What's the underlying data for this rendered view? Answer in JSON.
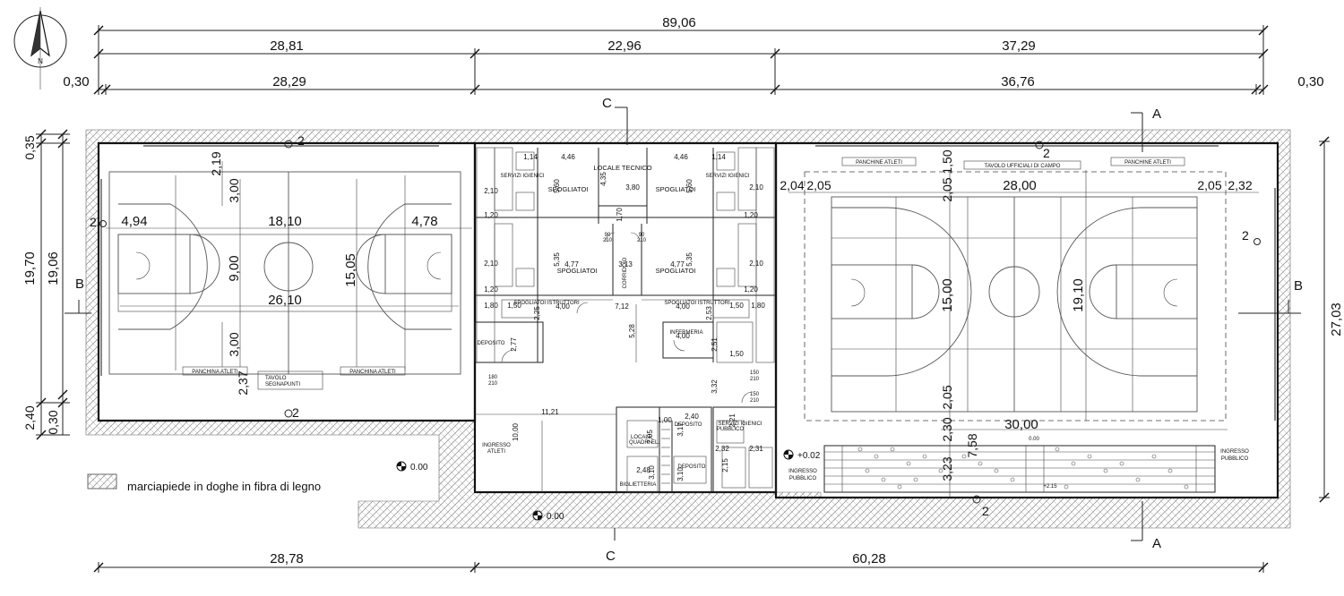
{
  "dimensions": {
    "top_total": "89,06",
    "top_row2": [
      "28,81",
      "22,96",
      "37,29"
    ],
    "top_row3": [
      "0,30",
      "28,29",
      "36,76",
      "0,30"
    ],
    "bottom": [
      "28,78",
      "60,28"
    ],
    "left": [
      "0,35",
      "19,70",
      "19,06",
      "2,40",
      "0,30"
    ],
    "right": "27,03"
  },
  "left_court": {
    "dims": {
      "d219": "2,19",
      "d300a": "3,00",
      "d494": "4,94",
      "d1810": "18,10",
      "d478": "4,78",
      "d900": "9,00",
      "d1505": "15,05",
      "d2610": "26,10",
      "d300b": "3,00",
      "d237": "2,37"
    },
    "bench": "PANCHINA ATLETI",
    "table": [
      "TAVOLO",
      "SEGNAPUNTI"
    ],
    "marker": "2"
  },
  "right_court": {
    "dims": {
      "d150": "1,50",
      "d204": "2,04",
      "d205a": "2,05",
      "d205b": "2,05",
      "d2800": "28,00",
      "d205c": "2,05",
      "d232": "2,32",
      "d1500": "15,00",
      "d1910": "19,10",
      "d205d": "2,05",
      "d3000": "30,00",
      "d230": "2,30",
      "d758": "7,58",
      "d323": "3,23"
    },
    "bench": "PANCHINE ATLETI",
    "table": "TAVOLO UFFICIALI DI CAMPO",
    "marker": "2",
    "entrance": [
      "INGRESSO",
      "PUBBLICO"
    ],
    "tribune_level": "0.00",
    "tribune_level2": "+2.15"
  },
  "center": {
    "rooms": {
      "locale_tecnico": "LOCALE TECNICO",
      "spogliatoi": "SPOGLIATOI",
      "corridoio": "CORRIDOIO",
      "deposito": "DEPOSITO",
      "spogl_istruttori": "SPOGLIATOI ISTRUTTORI",
      "infermeria": "INFERMERIA",
      "servizi_pubblico": [
        "SERVIZI IGIENICI",
        "PUBBLICO"
      ],
      "biglietteria": "BIGLIETTERIA",
      "locale_quadri": [
        "LOCALE",
        "QUADRI EL."
      ],
      "servizi_igienici": "SERVIZI IGIENICI"
    },
    "dims": {
      "d446a": "4,46",
      "d446b": "4,46",
      "d435": "4,35",
      "d380": "3,80",
      "d560a": "5,60",
      "d560b": "5,60",
      "d170": "1,70",
      "d477a": "4,77",
      "d477b": "4,77",
      "d313": "3,13",
      "d535a": "5,35",
      "d535b": "5,35",
      "d400a": "4,00",
      "d400b": "4,00",
      "d400c": "4,00",
      "d712": "7,12",
      "d528": "5,28",
      "d277": "2,77",
      "d225": "2,25",
      "d253": "2,53",
      "d251": "2,51",
      "d332": "3,32",
      "d1121": "11,21",
      "d1000": "10,00",
      "d240": "2,40",
      "d317": "3,17",
      "d221": "2,21",
      "d232": "2,32",
      "d231": "2,31",
      "d215": "2,15",
      "d248": "2,48",
      "d310a": "3,10",
      "d310b": "3,10",
      "d205": "2,05",
      "d100": "1,00",
      "d210": "2,10",
      "d120": "1,20",
      "d150": "1,50",
      "d180": "1,80",
      "d114": "1,14"
    },
    "doors": [
      "90",
      "210",
      "180",
      "150"
    ]
  },
  "labels": {
    "ingresso_atleti": [
      "INGRESSO",
      "ATLETI"
    ],
    "ingresso_pubblico": [
      "INGRESSO",
      "PUBBLICO"
    ],
    "level_center": "+0.02",
    "level_left": "0.00",
    "level_bottom": "0.00",
    "section_a": "A",
    "section_b": "B",
    "section_c": "C",
    "north": "N",
    "marker": "2"
  },
  "legend": {
    "text": "marciapiede in doghe in fibra di legno"
  }
}
